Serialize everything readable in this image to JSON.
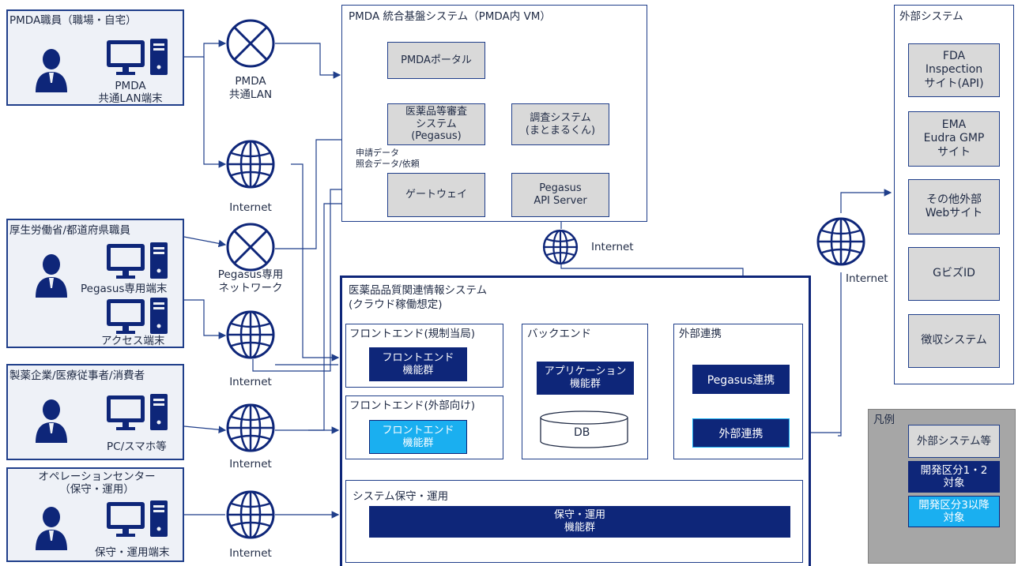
{
  "users": {
    "pmda": {
      "title": "PMDA職員（職場・自宅）",
      "terminal": "PMDA\n共通LAN端末"
    },
    "mhlw": {
      "title": "厚生労働省/都道府県職員",
      "terminal1": "Pegasus専用端末",
      "terminal2": "アクセス端末"
    },
    "pharma": {
      "title": "製薬企業/医療従事者/消費者",
      "terminal": "PC/スマホ等"
    },
    "ops": {
      "title": "オペレーションセンター\n（保守・運用）",
      "terminal": "保守・運用端末"
    }
  },
  "networks": {
    "pmda_lan": "PMDA\n共通LAN",
    "internet": "Internet",
    "pegasus_net": "Pegasus専用\nネットワーク"
  },
  "pmda_platform": {
    "title": "PMDA 統合基盤システム（PMDA内 VM）",
    "portal": "PMDAポータル",
    "pegasus": "医薬品等審査\nシステム\n(Pegasus)",
    "survey": "調査システム\n(まとまるくん)",
    "gateway": "ゲートウェイ",
    "api_server": "Pegasus\nAPI Server",
    "flow_label": "申請データ\n照会データ/依頼"
  },
  "quality_system": {
    "title": "医薬品品質関連情報システム\n(クラウド稼働想定)",
    "frontend_reg": {
      "title": "フロントエンド(規制当局)",
      "box": "フロントエンド\n機能群"
    },
    "frontend_ext": {
      "title": "フロントエンド(外部向け)",
      "box": "フロントエンド\n機能群"
    },
    "backend": {
      "title": "バックエンド",
      "app": "アプリケーション\n機能群",
      "db": "DB"
    },
    "external_link": {
      "title": "外部連携",
      "pegasus_link": "Pegasus連携",
      "ext_link": "外部連携"
    },
    "ops": {
      "title": "システム保守・運用",
      "box": "保守・運用\n機能群"
    }
  },
  "external": {
    "title": "外部システム",
    "items": [
      "FDA\nInspection\nサイト(API)",
      "EMA\nEudra GMP\nサイト",
      "その他外部\nWebサイト",
      "GビズID",
      "徴収システム"
    ]
  },
  "legend": {
    "title": "凡例",
    "items": [
      "外部システム等",
      "開発区分1・2\n対象",
      "開発区分3以降\n対象"
    ]
  },
  "colors": {
    "navy": "#0e2679",
    "cyan": "#1aaff0",
    "gray": "#d9d9d9",
    "line": "#1f3e8a"
  },
  "icons": [
    "person-icon",
    "computer-icon",
    "closed-network-icon",
    "internet-globe-icon"
  ]
}
